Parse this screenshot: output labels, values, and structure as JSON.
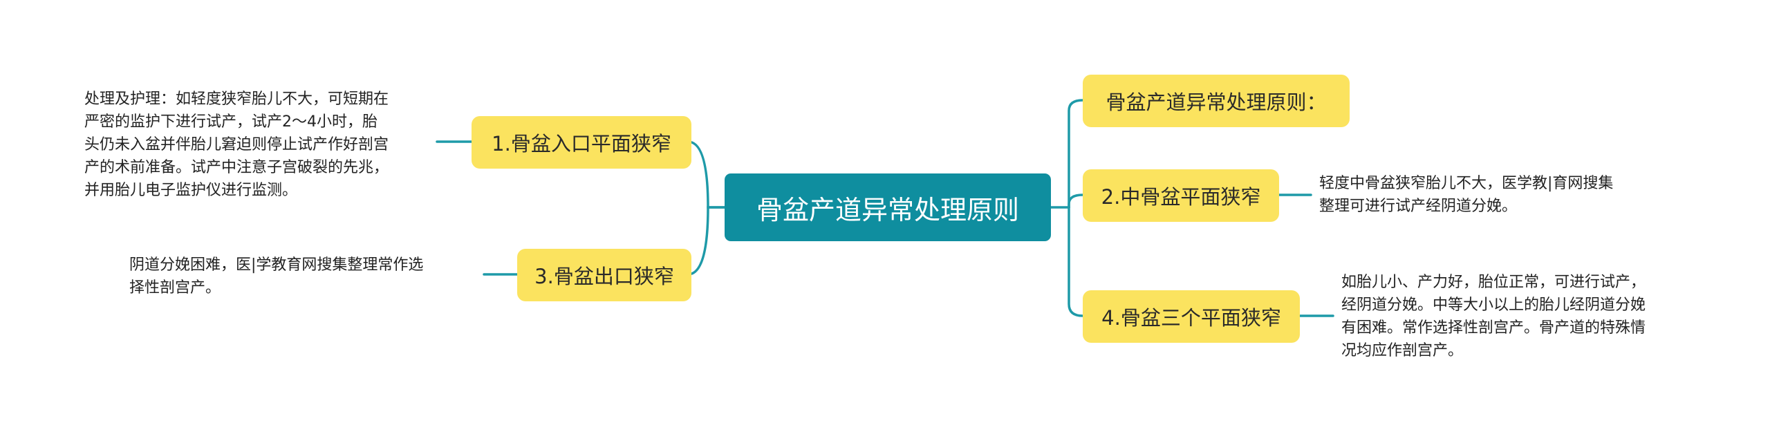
{
  "root": {
    "label": "骨盆产道异常处理原则"
  },
  "left_branches": [
    {
      "label": "1.骨盆入口平面狭窄",
      "detail_lines": [
        "处理及护理：如轻度狭窄胎儿不大，可短期在",
        "严密的监护下进行试产，试产2～4小时，胎",
        "头仍未入盆并伴胎儿窘迫则停止试产作好剖宫",
        "产的术前准备。试产中注意子宫破裂的先兆，",
        "并用胎儿电子监护仪进行监测。"
      ]
    },
    {
      "label": "3.骨盆出口狭窄",
      "detail_lines": [
        "阴道分娩困难，医|学教育网搜集整理常作选",
        "择性剖宫产。"
      ]
    }
  ],
  "right_branches": [
    {
      "label": "骨盆产道异常处理原则：",
      "detail_lines": []
    },
    {
      "label": "2.中骨盆平面狭窄",
      "detail_lines": [
        "轻度中骨盆狭窄胎儿不大，医学教|育网搜集",
        "整理可进行试产经阴道分娩。"
      ]
    },
    {
      "label": "4.骨盆三个平面狭窄",
      "detail_lines": [
        "如胎儿小、产力好，胎位正常，可进行试产，",
        "经阴道分娩。中等大小以上的胎儿经阴道分娩",
        "有困难。常作选择性剖宫产。骨产道的特殊情",
        "况均应作剖宫产。"
      ]
    }
  ],
  "colors": {
    "root_fill": "#0f8e9f",
    "branch_fill": "#fbe35f",
    "connector": "#1e9aa8"
  }
}
